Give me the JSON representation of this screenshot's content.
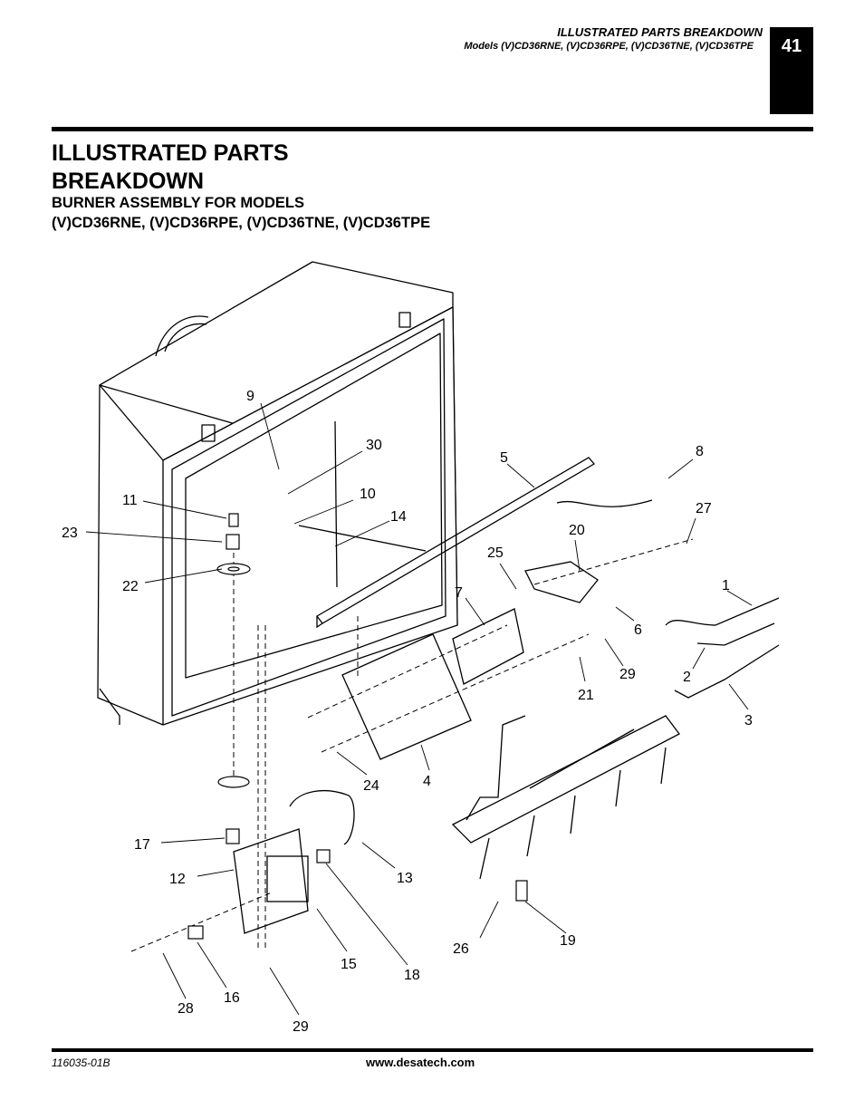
{
  "header": {
    "section_title": "ILLUSTRATED PARTS BREAKDOWN",
    "models_line": "Models (V)CD36RNE, (V)CD36RPE, (V)CD36TNE, (V)CD36TPE",
    "page_number": "41"
  },
  "main": {
    "title": "ILLUSTRATED PARTS BREAKDOWN",
    "subtitle_line1": "BURNER ASSEMBLY FOR MODELS",
    "subtitle_line2": "(V)CD36RNE, (V)CD36RPE, (V)CD36TNE, (V)CD36TPE"
  },
  "diagram": {
    "callouts": [
      "1",
      "2",
      "3",
      "4",
      "5",
      "6",
      "7",
      "8",
      "9",
      "10",
      "11",
      "12",
      "13",
      "14",
      "15",
      "16",
      "17",
      "18",
      "19",
      "20",
      "21",
      "22",
      "23",
      "24",
      "25",
      "26",
      "27",
      "28",
      "29",
      "29",
      "30"
    ]
  },
  "footer": {
    "doc_number": "116035-01B",
    "website": "www.desatech.com"
  }
}
